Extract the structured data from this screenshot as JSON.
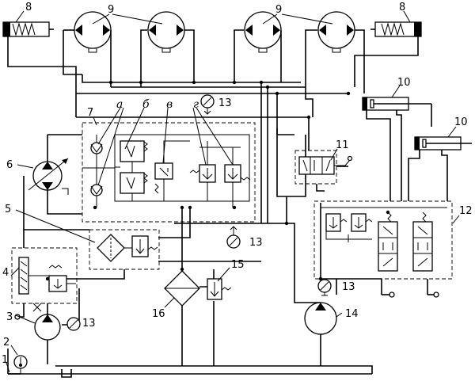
{
  "labels": {
    "l1": "1",
    "l2": "2",
    "l3": "3",
    "l4": "4",
    "l5": "5",
    "l6": "6",
    "l7": "7",
    "l8a": "8",
    "l8b": "8",
    "l9a": "9",
    "l9b": "9",
    "l10a": "10",
    "l10b": "10",
    "l11": "11",
    "l12": "12",
    "l13a": "13",
    "l13b": "13",
    "l13c": "13",
    "l13d": "13",
    "l14": "14",
    "l15": "15",
    "l16": "16",
    "la": "а",
    "lb": "б",
    "lv": "в",
    "lg": "г"
  },
  "colors": {
    "line": "#000000",
    "background": "#ffffff"
  }
}
